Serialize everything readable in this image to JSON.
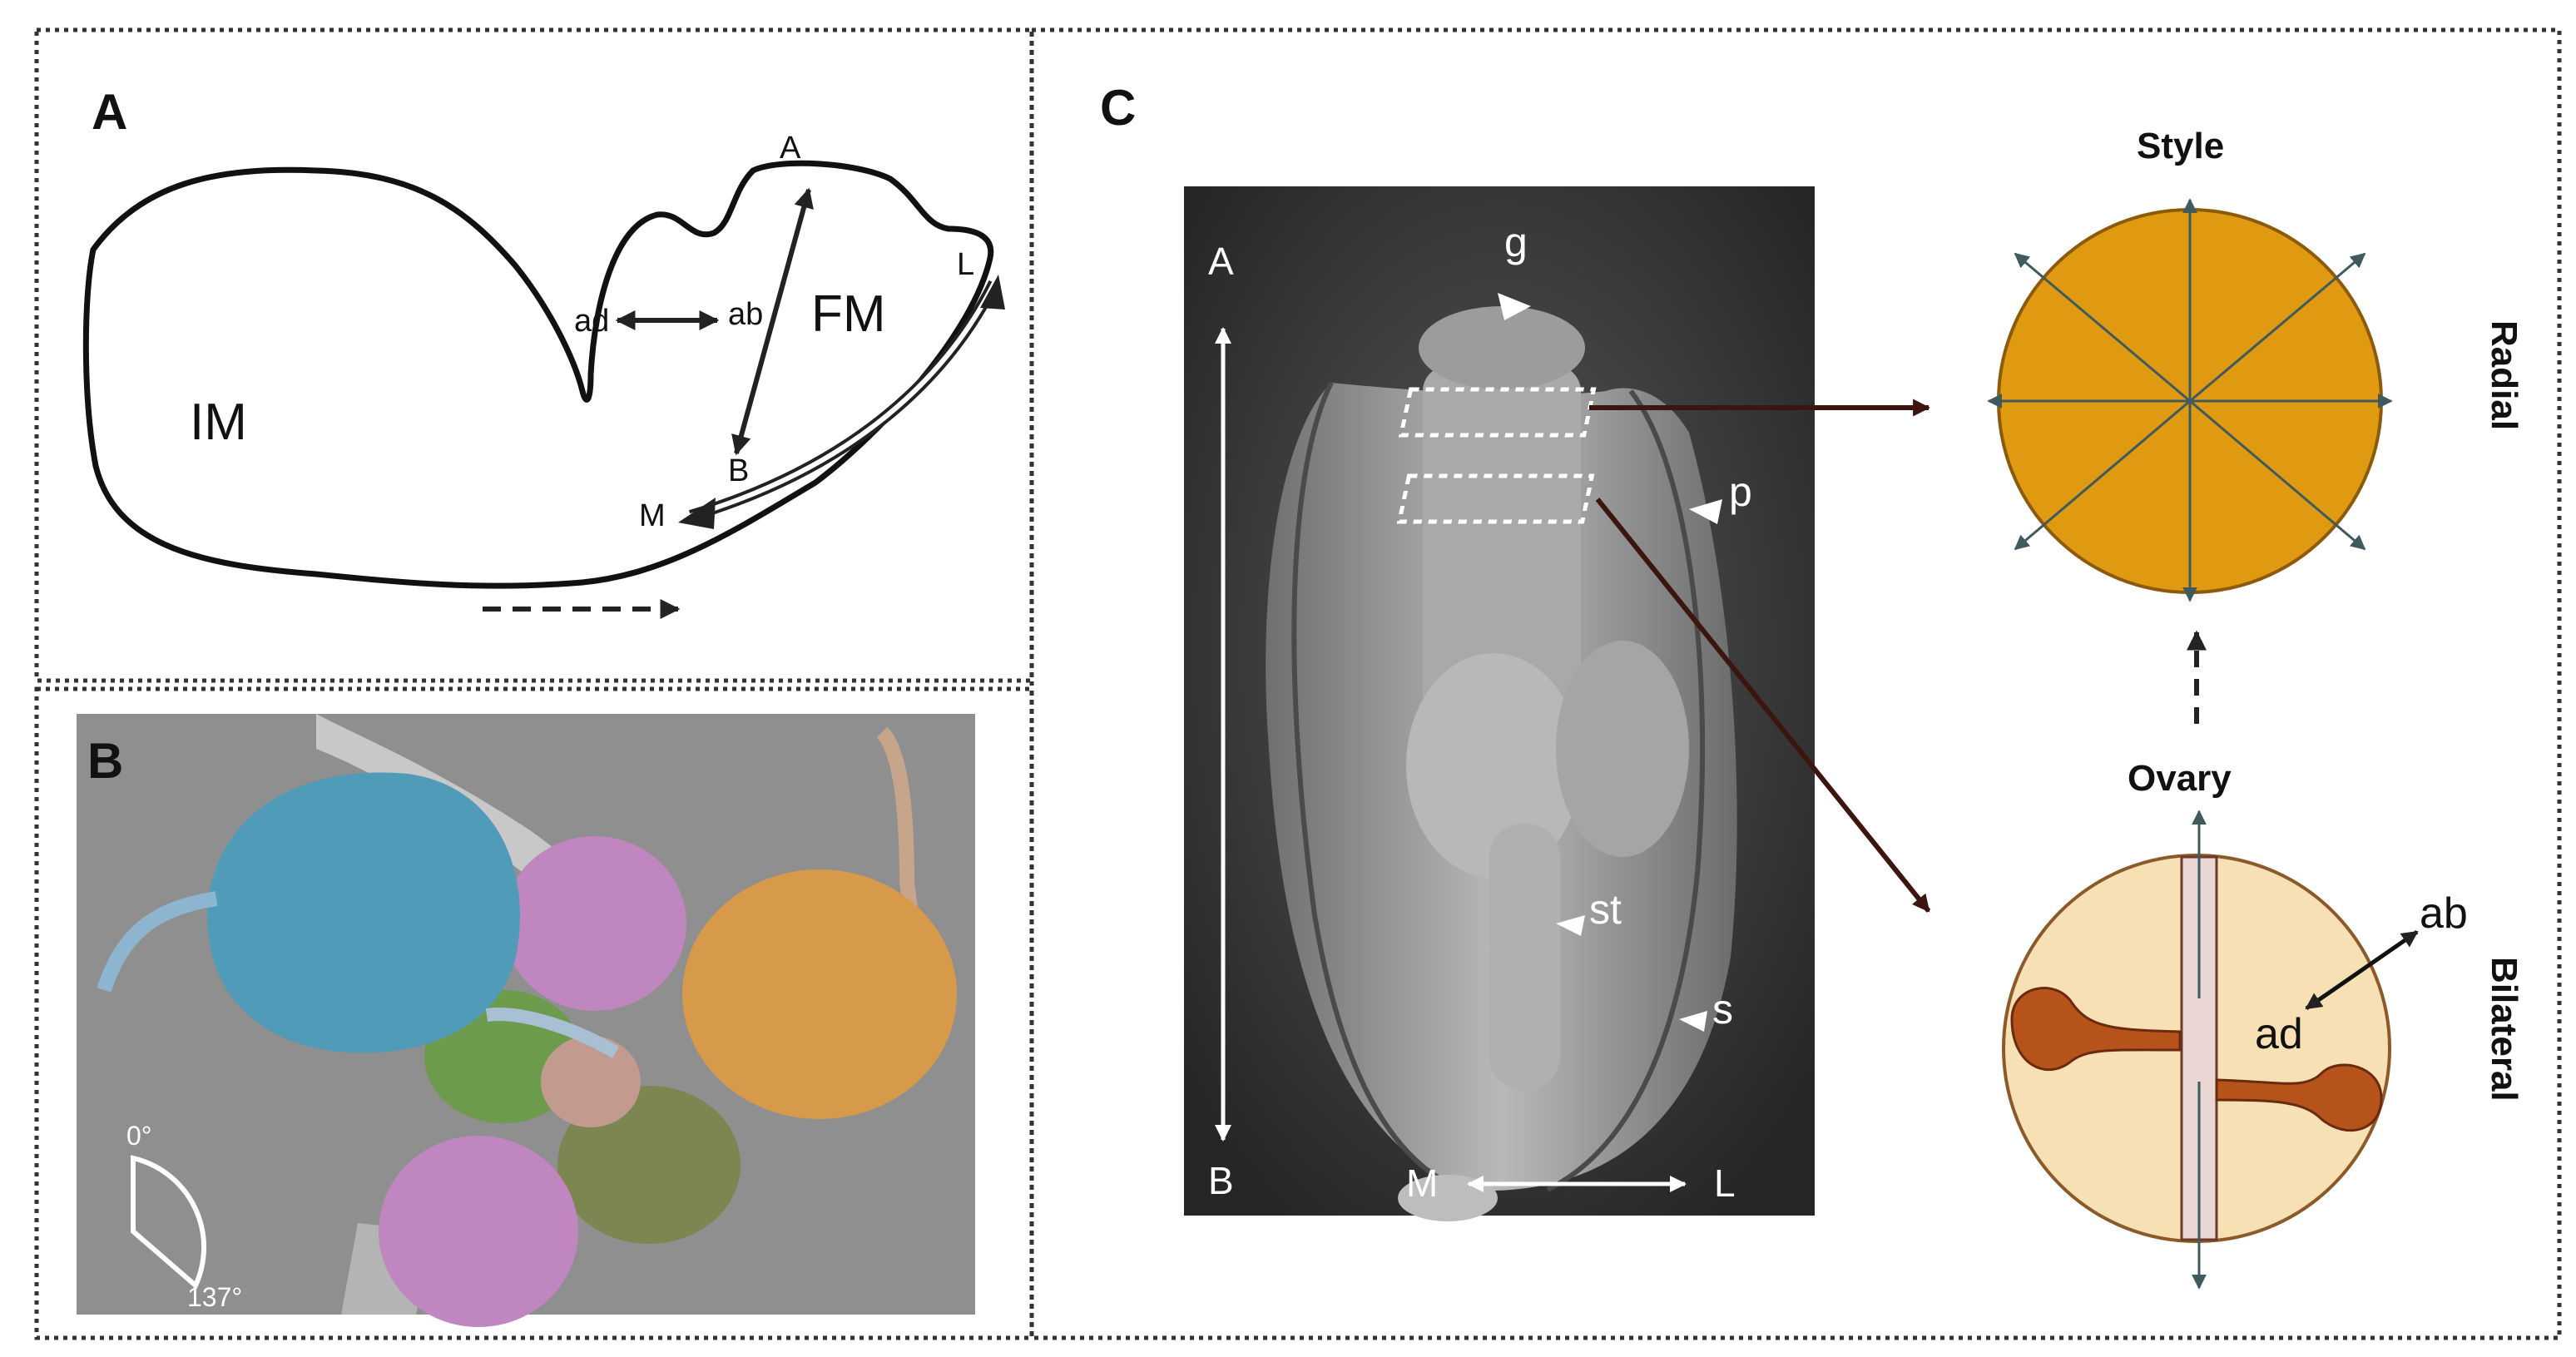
{
  "panels": {
    "a": {
      "letter": "A",
      "labels": {
        "im": "IM",
        "fm": "FM",
        "top": "A",
        "bottom": "B",
        "ad": "ad",
        "ab": "ab",
        "l": "L",
        "m": "M"
      }
    },
    "b": {
      "letter": "B",
      "angle_start": "0°",
      "angle_end": "137°",
      "colors": {
        "blue_bud": "#4f9bb8",
        "pink_bud": "#bf86c0",
        "orange_bud": "#d79a4a",
        "green_bud": "#6d9b4c",
        "olive_bud": "#7b8651"
      }
    },
    "c": {
      "letter": "C",
      "sem_labels": {
        "top": "A",
        "bottom": "B",
        "g": "g",
        "p": "p",
        "st": "st",
        "s": "s",
        "m": "M",
        "l": "L"
      },
      "style_title": "Style",
      "ovary_title": "Ovary",
      "radial": "Radial",
      "bilateral": "Bilateral",
      "ab": "ab",
      "ad": "ad",
      "colors": {
        "style_fill": "#e09a12",
        "ovary_fill": "#f6e0b4",
        "ovule_fill": "#b5531b",
        "septum_fill": "#ead6d3"
      }
    }
  }
}
